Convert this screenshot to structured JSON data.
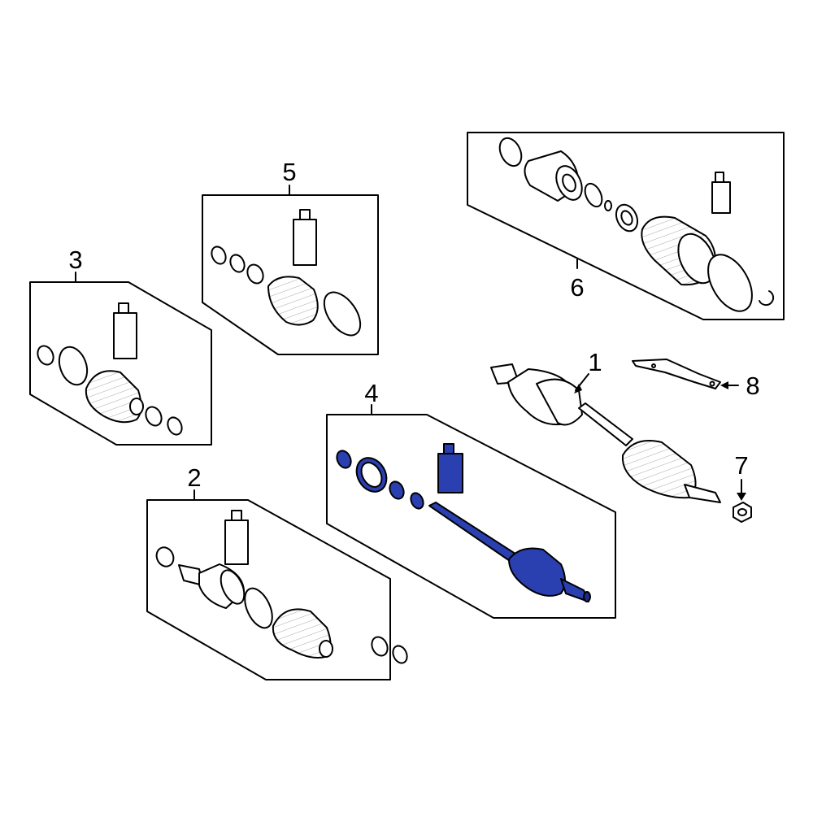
{
  "colors": {
    "background": "#ffffff",
    "line": "#000000",
    "highlight": "#2a3fb0",
    "highlight_dark": "#1b2a86"
  },
  "callouts": {
    "c1": "1",
    "c2": "2",
    "c3": "3",
    "c4": "4",
    "c5": "5",
    "c6": "6",
    "c7": "7",
    "c8": "8"
  }
}
